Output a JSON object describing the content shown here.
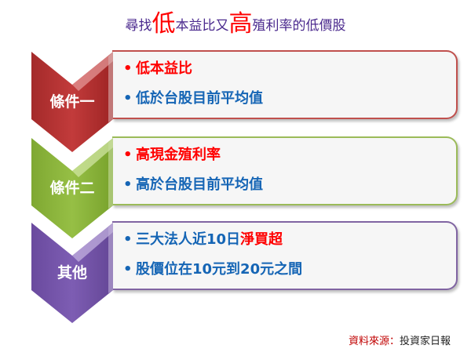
{
  "title": {
    "part1": "尋找",
    "highlight1": "低",
    "part2": "本益比又",
    "highlight2": "高",
    "part3": "殖利率的低價股"
  },
  "rows": [
    {
      "label": "條件一",
      "color": "#b83232",
      "border": "#c0504d",
      "items": [
        {
          "bullet": "•",
          "text": "低本益比",
          "style": "red"
        },
        {
          "bullet": "•",
          "text": "低於台股目前平均值",
          "style": "blue"
        }
      ]
    },
    {
      "label": "條件二",
      "color": "#8db33a",
      "border": "#9bbb59",
      "items": [
        {
          "bullet": "•",
          "text": "高現金殖利率",
          "style": "red"
        },
        {
          "bullet": "•",
          "text": "高於台股目前平均值",
          "style": "blue"
        }
      ]
    },
    {
      "label": "其他",
      "color": "#7454a8",
      "border": "#8064a2",
      "items": [
        {
          "bullet": "•",
          "text": "三大法人近10日",
          "text_highlight": "淨買超",
          "style": "blue"
        },
        {
          "bullet": "•",
          "text": "股價位在10元到20元之間",
          "style": "blue"
        }
      ]
    }
  ],
  "source": {
    "label": "資料來源：",
    "value": "投資家日報"
  },
  "colors": {
    "title": "#4b2a8e",
    "highlight": "#ff0000",
    "item_blue": "#1565b5",
    "item_red": "#ff0000"
  }
}
